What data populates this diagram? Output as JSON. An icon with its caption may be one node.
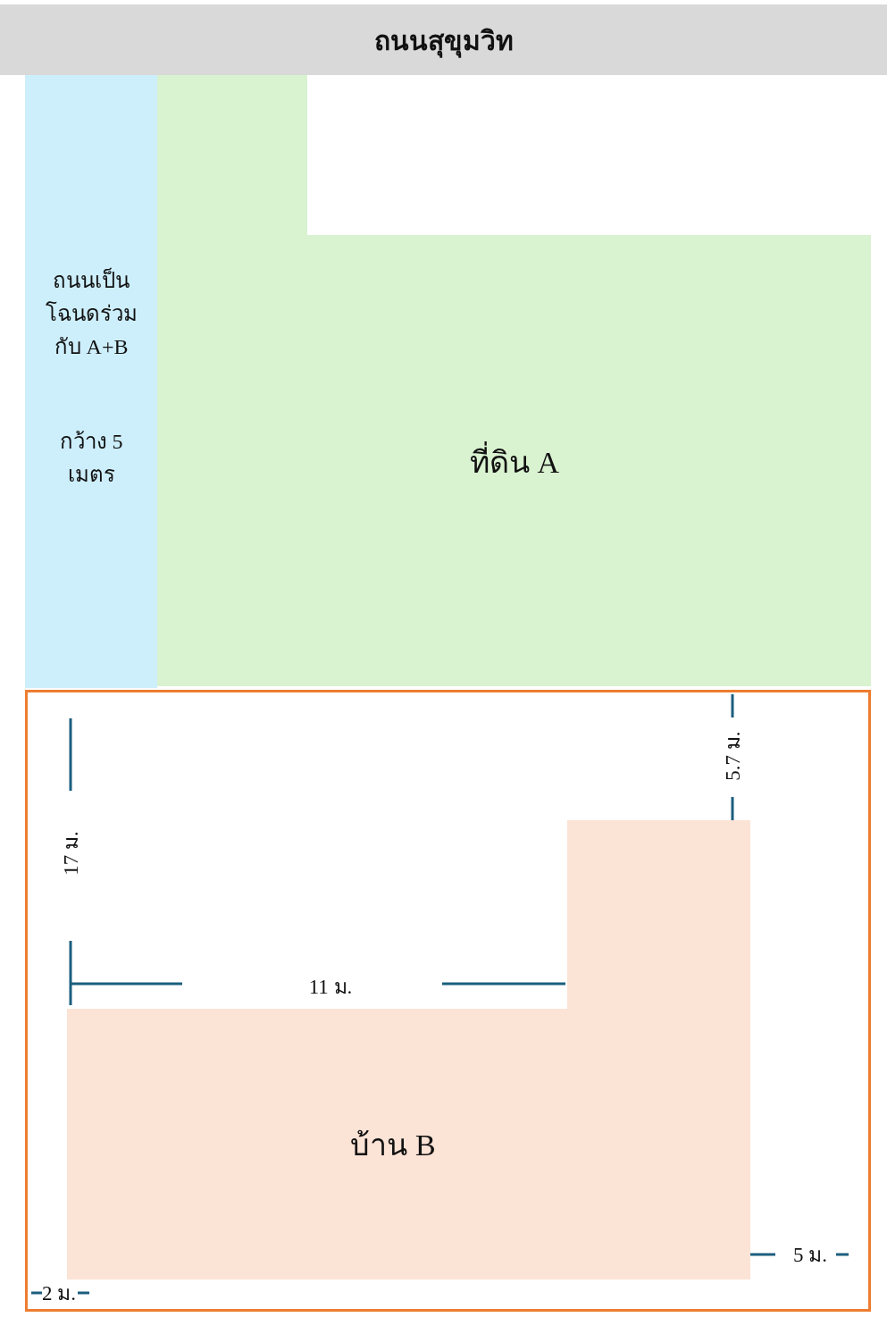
{
  "diagram": {
    "nodes": [
      {
        "text": [
          "ถนนสุขุมวิท"
        ]
      },
      {
        "text": [
          "ถนนเป็นโฉนดร่วมกับ A+B",
          "กว้าง 5 เมตร"
        ]
      },
      {
        "text": [
          "ที่ดิน A"
        ]
      },
      {
        "text": [],
        "shape": "box"
      },
      {
        "text": [
          "บ้าน B"
        ],
        "in": 3
      }
    ],
    "labels": [
      "5.7 ม.",
      "17 ม.",
      "11 ม.",
      "5 ม.",
      "2 ม."
    ]
  }
}
